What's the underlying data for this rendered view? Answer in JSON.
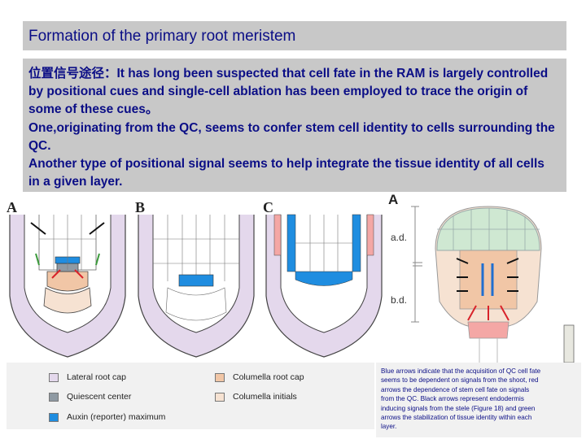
{
  "title": "Formation of the primary root meristem",
  "body": {
    "p1": "位置信号途径：It has long been suspected that cell fate in the RAM is largely controlled by positional cues and single-cell ablation has been employed to trace the origin of some of these cues。",
    "p2": "One,originating from the QC, seems to confer stem cell identity to cells surrounding the QC.",
    "p3": "Another type of positional signal seems to help integrate the tissue identity of all cells in a given layer."
  },
  "figure": {
    "panels": [
      "A",
      "B",
      "C"
    ],
    "right_panel": {
      "letter": "A",
      "label_ad": "a.d.",
      "label_bd": "b.d."
    }
  },
  "legend": {
    "items": [
      {
        "label": "Lateral root cap",
        "color": "#e4d8ec"
      },
      {
        "label": "Quiescent center",
        "color": "#8f9aa3"
      },
      {
        "label": "Auxin (reporter) maximum",
        "color": "#1f8de0"
      },
      {
        "label": "Columella root cap",
        "color": "#f1c6a6"
      },
      {
        "label": "Columella initials",
        "color": "#f6e2d2"
      }
    ]
  },
  "caption": [
    "Blue arrows indicate that the acquisition of QC cell fate",
    "seems to be dependent on signals from the shoot, red",
    "arrows the dependence of stem cell fate on signals",
    "from the QC. Black arrows represent endodermis",
    "inducing signals from the stele (Figure 18) and green",
    "arrows the stabilization of tissue identity within each",
    "layer."
  ],
  "colors": {
    "text_blue": "#0b0e86",
    "box_grey": "#c8c8c8",
    "lateral_root_cap": "#e4d8ec",
    "columella": "#f1c6a6",
    "quiescent": "#8f9aa3",
    "auxin": "#1f8de0",
    "green_cells": "#cfe8d2",
    "red_cells": "#f4a7a5"
  }
}
